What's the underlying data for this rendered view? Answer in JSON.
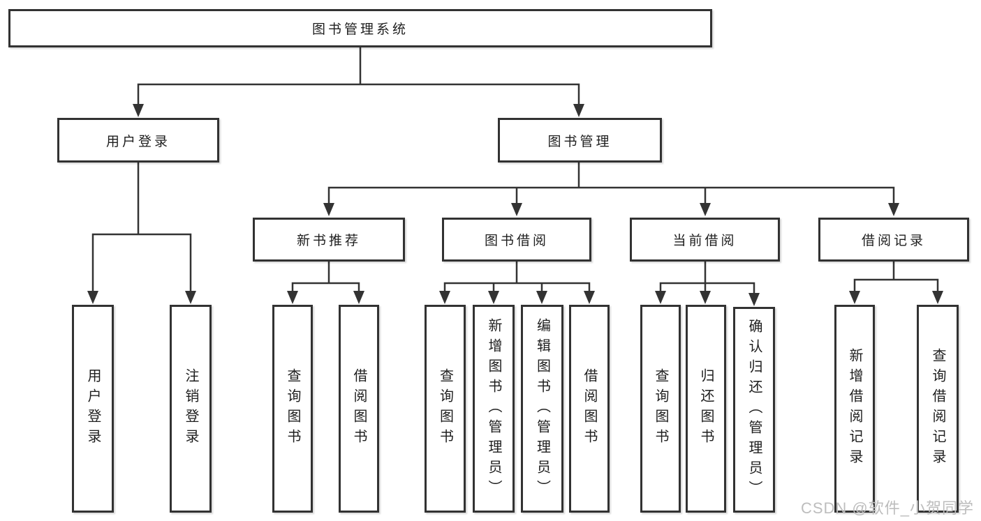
{
  "tree": {
    "label": "图书管理系统",
    "children": [
      {
        "label": "用户登录",
        "children": [
          {
            "label": "用户登录"
          },
          {
            "label": "注销登录"
          }
        ]
      },
      {
        "label": "图书管理",
        "children": [
          {
            "label": "新书推荐",
            "children": [
              {
                "label": "查询图书"
              },
              {
                "label": "借阅图书"
              }
            ]
          },
          {
            "label": "图书借阅",
            "children": [
              {
                "label": "查询图书"
              },
              {
                "label": "新增图书（管理员）"
              },
              {
                "label": "编辑图书（管理员）"
              },
              {
                "label": "借阅图书"
              }
            ]
          },
          {
            "label": "当前借阅",
            "children": [
              {
                "label": "查询图书"
              },
              {
                "label": "归还图书"
              },
              {
                "label": "确认归还（管理员）"
              }
            ]
          },
          {
            "label": "借阅记录",
            "children": [
              {
                "label": "新增借阅记录"
              },
              {
                "label": "查询借阅记录"
              }
            ]
          }
        ]
      }
    ]
  },
  "watermark": {
    "text": "CSDN @软件_小贺同学"
  },
  "colors": {
    "border": "#323232",
    "line": "#333333",
    "text": "#1e1e1e",
    "watermark": "#bdbdbd",
    "background": "#ffffff"
  }
}
